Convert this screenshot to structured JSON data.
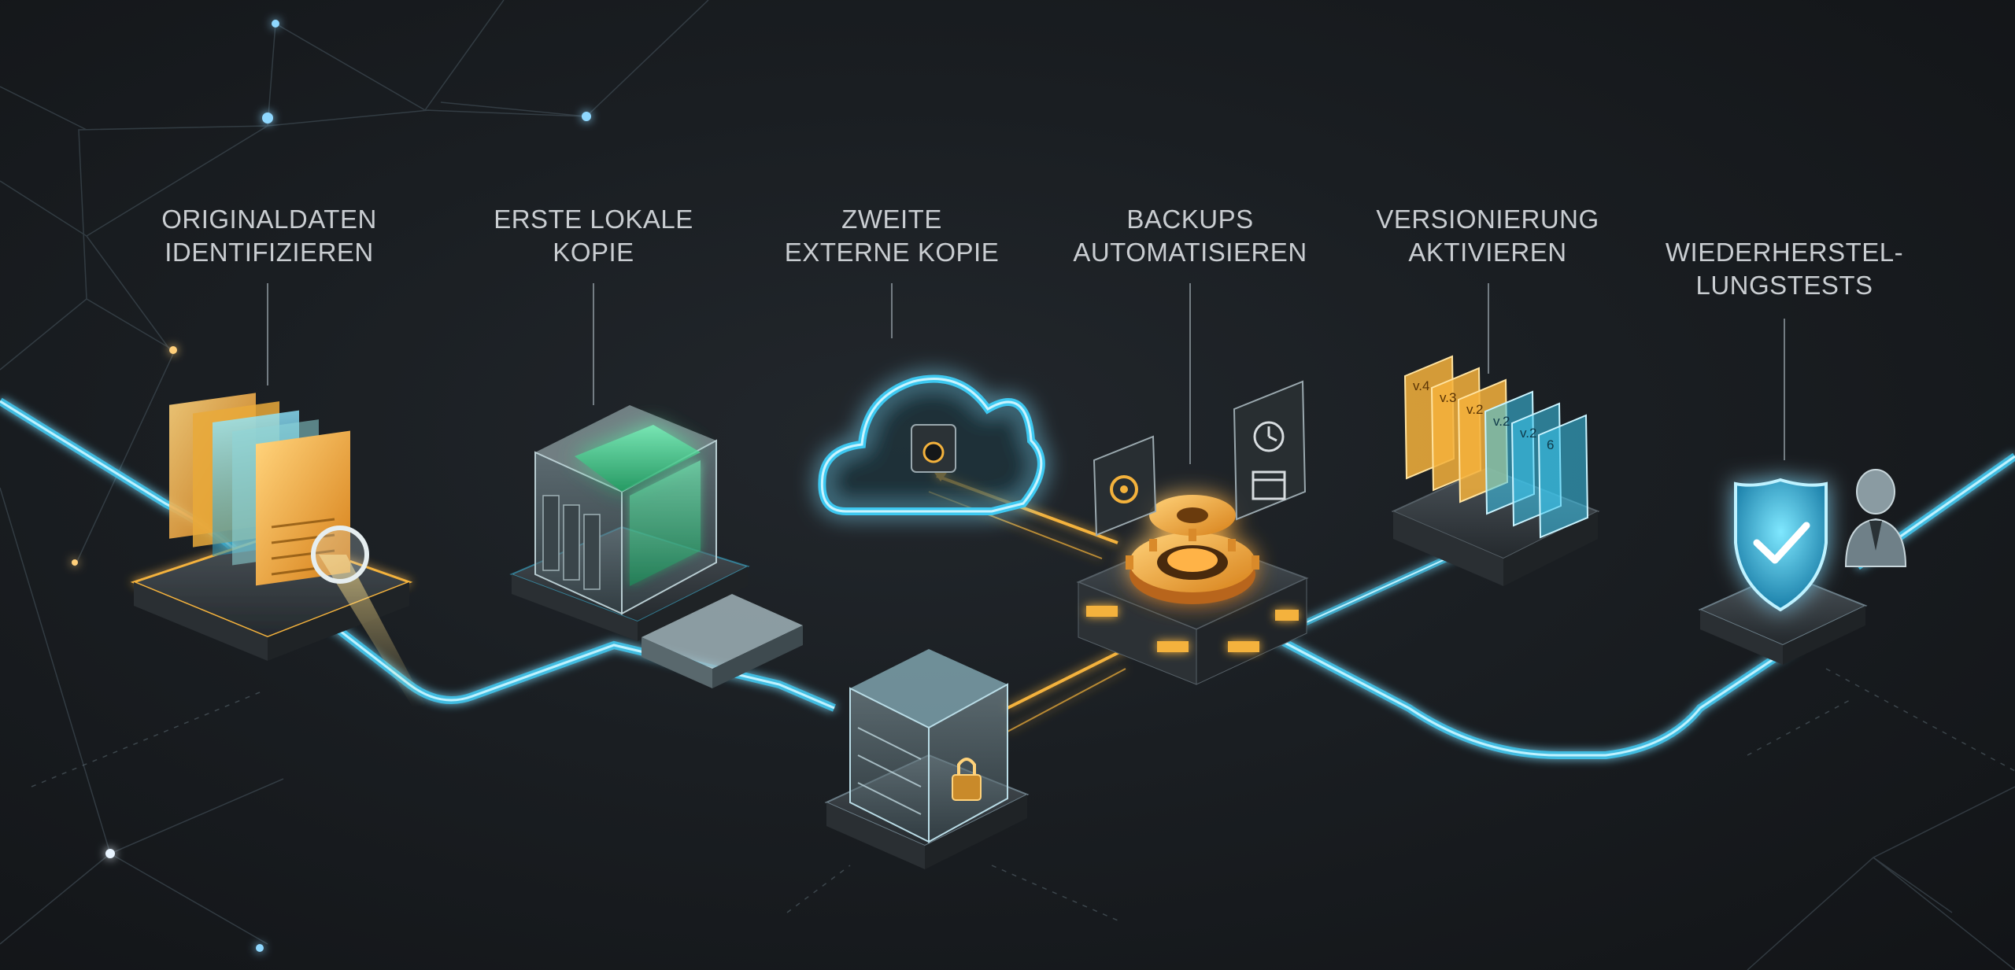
{
  "steps": [
    {
      "line1": "ORIGINALDATEN",
      "line2": "IDENTIFIZIEREN",
      "icon": "document-magnifier-icon",
      "color": "#f4b23c"
    },
    {
      "line1": "ERSTE LOKALE",
      "line2": "KOPIE",
      "icon": "nas-server-icon",
      "color": "#3ddc8c"
    },
    {
      "line1": "ZWEITE",
      "line2": "EXTERNE KOPIE",
      "icon": "cloud-icon",
      "color": "#3cc8f0"
    },
    {
      "line1": "BACKUPS",
      "line2": "AUTOMATISIEREN",
      "icon": "gear-icon",
      "color": "#f59a2c"
    },
    {
      "line1": "VERSIONIERUNG",
      "line2": "AKTIVIEREN",
      "icon": "versioned-files-icon",
      "color": "#f4b23c"
    },
    {
      "line1": "WIEDERHERSTEL-",
      "line2": "LUNGSTESTS",
      "icon": "shield-check-icon",
      "color": "#3cc8f0"
    }
  ],
  "version_tags": [
    "v.4",
    "v.3",
    "v.2",
    "v.2",
    "v.2",
    "6"
  ],
  "accent": {
    "cyan": "#3cc8f0",
    "amber": "#f4b23c",
    "green": "#3ddc8c"
  }
}
